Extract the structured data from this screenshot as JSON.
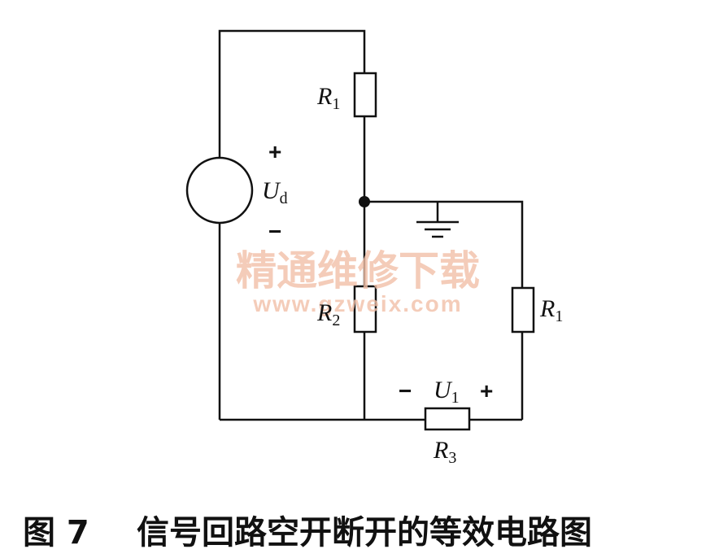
{
  "labels": {
    "r1_top": "R",
    "r1_top_sub": "1",
    "ud": "U",
    "ud_sub": "d",
    "r2": "R",
    "r2_sub": "2",
    "r1_right": "R",
    "r1_right_sub": "1",
    "u1": "U",
    "u1_sub": "1",
    "r3": "R",
    "r3_sub": "3",
    "plus_ud": "+",
    "minus_ud": "−",
    "minus_u1": "−",
    "plus_u1": "+"
  },
  "watermark": {
    "text": "精通维修下载",
    "url": "www.gzweix.com"
  },
  "caption": {
    "figure": "图 7",
    "title": "信号回路空开断开的等效电路图"
  },
  "colors": {
    "line": "#111111",
    "watermark": "#f2c0a8"
  }
}
